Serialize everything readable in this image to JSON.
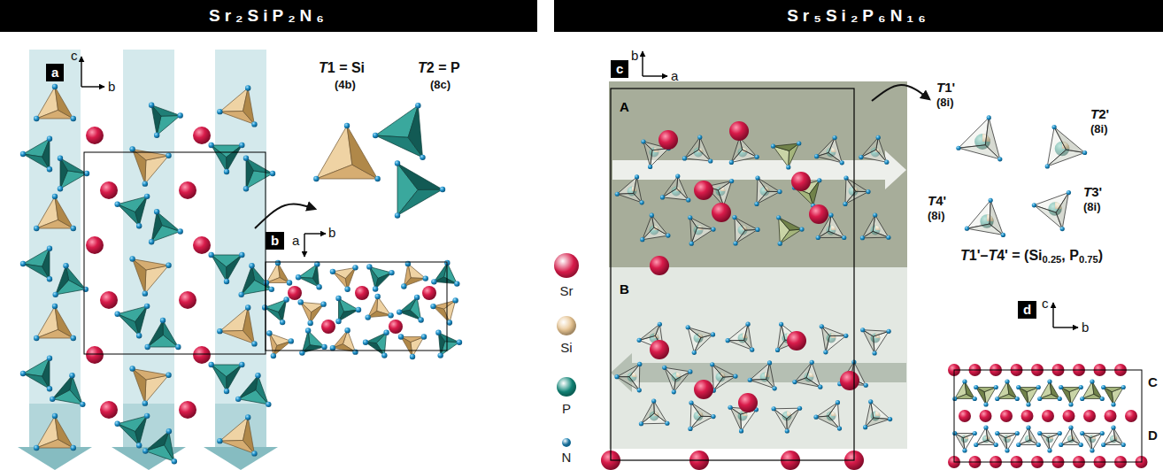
{
  "diagram": {
    "nodes": [
      {
        "text": [
          "Sr₂SiP₂N₆"
        ]
      },
      {
        "text": [
          "a"
        ]
      },
      {
        "text": [
          "b"
        ]
      },
      {
        "text": [
          "Sr₅Si₂P₆N₁₆"
        ]
      },
      {
        "text": [
          "c"
        ]
      },
      {
        "text": [
          "A"
        ]
      },
      {
        "text": [
          "B"
        ]
      },
      {
        "text": [
          "d"
        ]
      }
    ],
    "labels": [
      "c",
      "b",
      "T1 = Si",
      "(4b)",
      "T2 = P",
      "(8c)",
      "a",
      "b",
      "b",
      "a",
      "T1'",
      "(8i)",
      "T2'",
      "(8i)",
      "T3'",
      "(8i)",
      "T4'",
      "(8i)",
      "T1'–T4' = (Si0.25, P0.75)",
      "c",
      "b",
      "C",
      "D"
    ],
    "legend": [
      {
        "text": "Sr",
        "color": "#d81b4a"
      },
      {
        "text": "Si",
        "color": "#e8c490"
      },
      {
        "text": "P",
        "color": "#12897b"
      },
      {
        "text": "N",
        "color": "#1e90c8"
      }
    ]
  }
}
